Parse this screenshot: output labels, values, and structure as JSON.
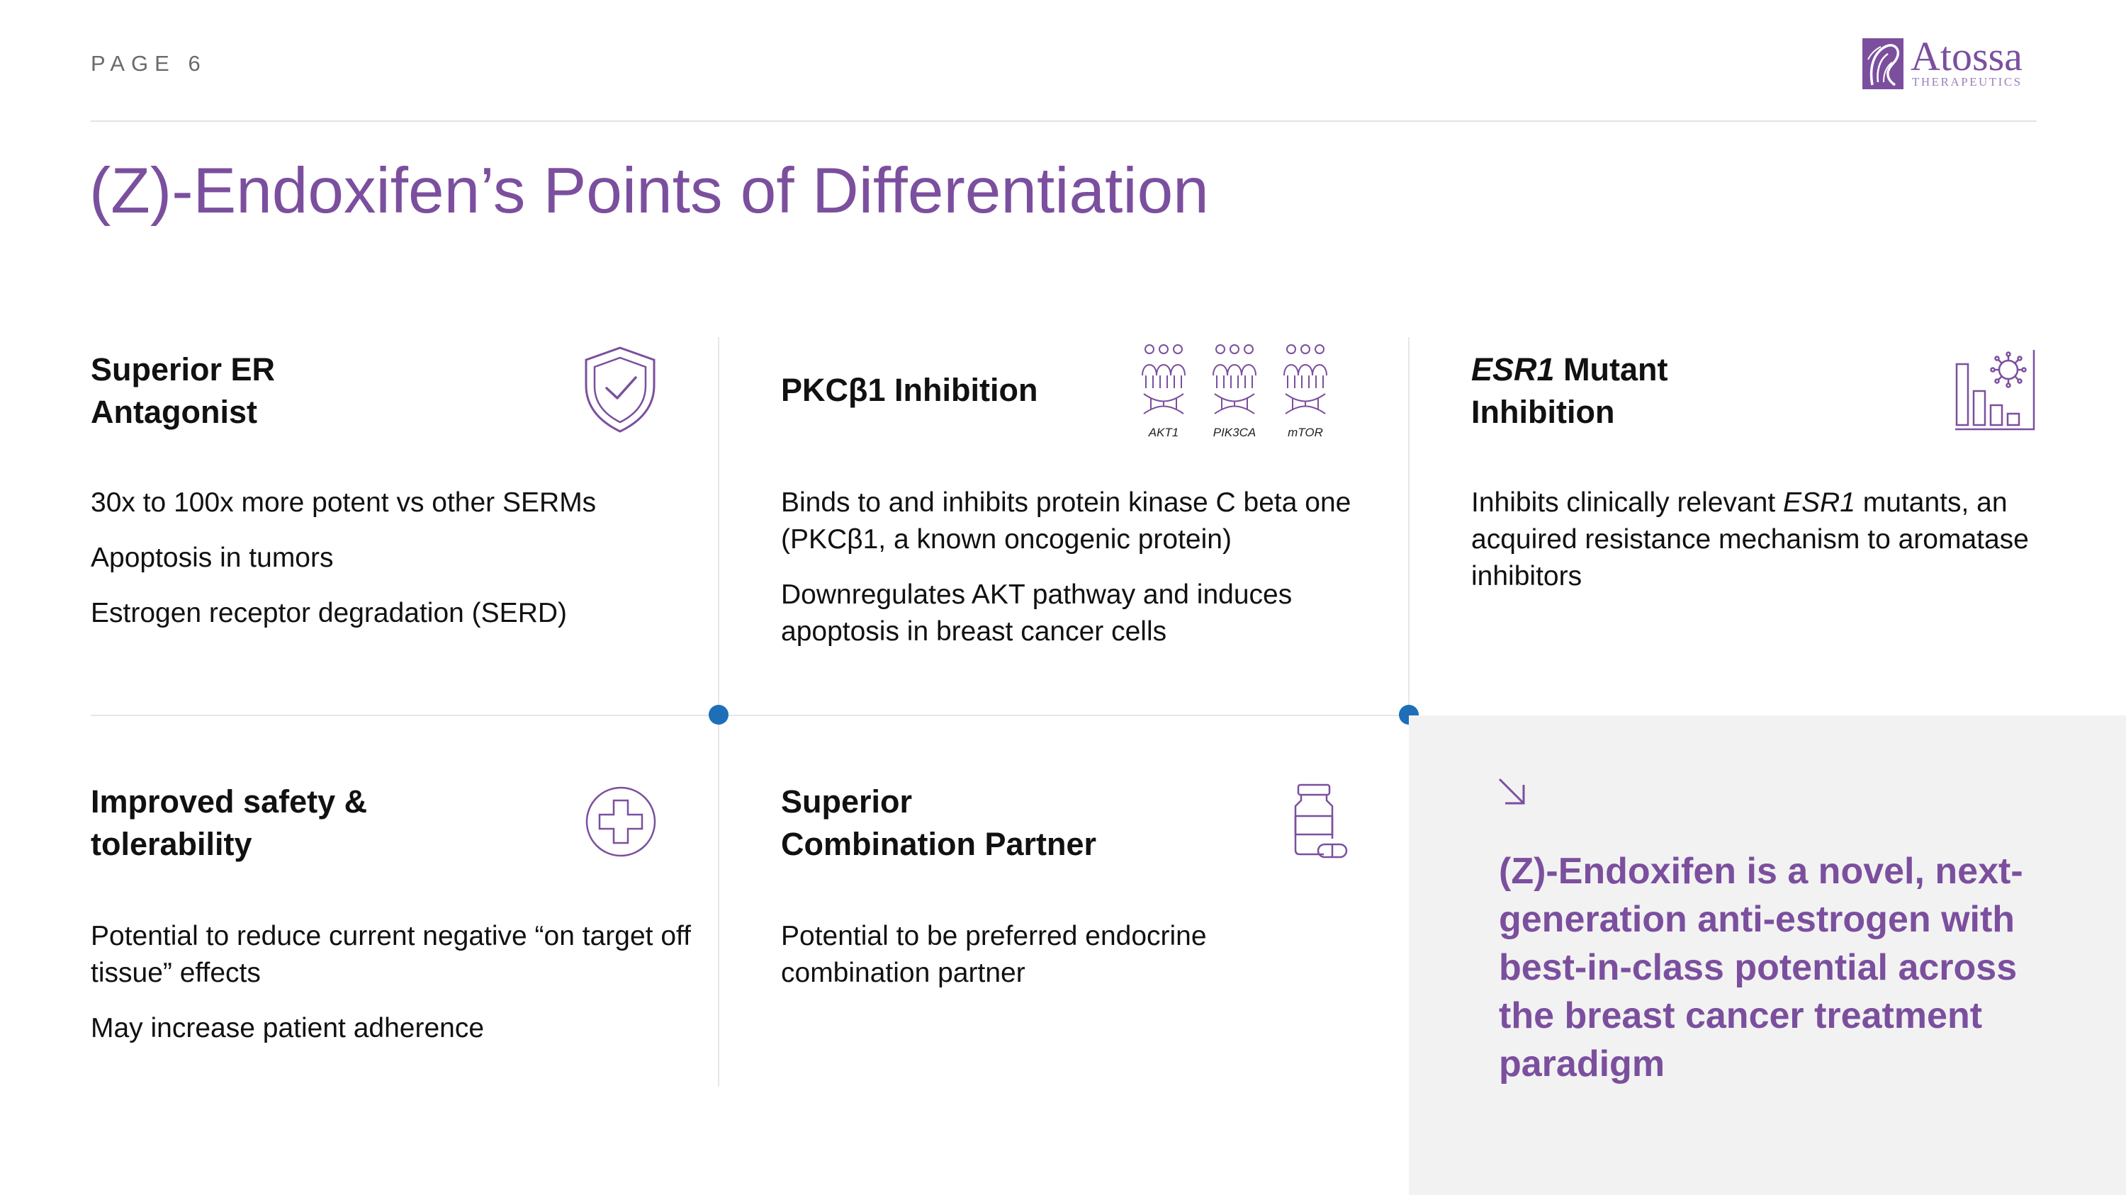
{
  "header": {
    "page_label": "PAGE 6",
    "logo_name": "Atossa",
    "logo_sub": "THERAPEUTICS",
    "title": "(Z)-Endoxifen’s Points of Differentiation"
  },
  "colors": {
    "accent": "#7b4f9e",
    "node": "#1e6fb8",
    "rule": "#e6e6e6",
    "callout_bg": "#f2f2f2"
  },
  "cards": {
    "er": {
      "heading_line1": "Superior ER",
      "heading_line2": "Antagonist",
      "icon": "shield-check-icon",
      "points": [
        "30x  to 100x more potent vs other SERMs",
        "Apoptosis in tumors",
        "Estrogen receptor degradation (SERD)"
      ]
    },
    "pkc": {
      "heading": "PKCβ1 Inhibition",
      "icon": "people-dna-icon",
      "icon_labels": [
        "AKT1",
        "PIK3CA",
        "mTOR"
      ],
      "points": [
        "Binds to and inhibits protein kinase C beta one (PKCβ1, a known oncogenic protein)",
        "Downregulates AKT pathway and induces apoptosis in breast cancer cells"
      ]
    },
    "esr1": {
      "heading_italic": "ESR1",
      "heading_rest": " Mutant",
      "heading_line2": "Inhibition",
      "icon": "bar-chart-virus-icon",
      "body_before": "Inhibits clinically relevant ",
      "body_italic": "ESR1",
      "body_after": " mutants, an acquired resistance mechanism to aromatase inhibitors"
    },
    "safety": {
      "heading_line1": "Improved safety &",
      "heading_line2": "tolerability",
      "icon": "medical-cross-icon",
      "points": [
        "Potential to reduce current negative “on target off tissue” effects",
        "May increase patient adherence"
      ]
    },
    "combo": {
      "heading_line1": "Superior",
      "heading_line2": "Combination Partner",
      "icon": "pill-bottle-icon",
      "points": [
        "Potential to be preferred endocrine combination partner"
      ]
    }
  },
  "callout": {
    "icon": "arrow-down-right-icon",
    "text": "(Z)-Endoxifen is a novel, next-generation anti-estrogen with best-in-class potential across the breast cancer treatment paradigm"
  }
}
